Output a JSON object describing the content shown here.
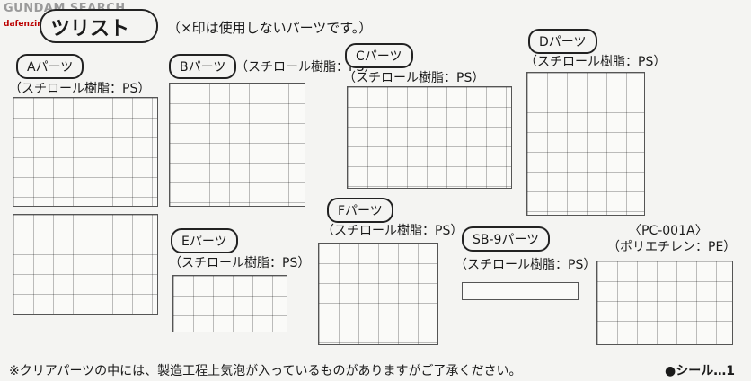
{
  "watermark": {
    "site": "GUNDAM SEARCH",
    "sub": "dafenzine.com"
  },
  "header": {
    "title": "ツリスト",
    "note": "（×印は使用しないパーツです。）"
  },
  "sections": {
    "a": {
      "label": "Aパーツ",
      "material": "（スチロール樹脂：PS）"
    },
    "b": {
      "label": "Bパーツ",
      "material": "（スチロール樹脂：PS）"
    },
    "c": {
      "label": "Cパーツ",
      "material": "（スチロール樹脂：PS）"
    },
    "d": {
      "label": "Dパーツ",
      "material": "（スチロール樹脂：PS）"
    },
    "e": {
      "label": "Eパーツ",
      "material": "（スチロール樹脂：PS）"
    },
    "f": {
      "label": "Fパーツ",
      "material": "（スチロール樹脂：PS）"
    },
    "sb9": {
      "label": "SB-9パーツ",
      "material": "（スチロール樹脂：PS）"
    },
    "pc": {
      "label": "〈PC-001A〉",
      "material": "（ポリエチレン：PE）"
    }
  },
  "footer": {
    "note": "※クリアパーツの中には、製造工程上気泡が入っているものがありますがご了承ください。",
    "seal": "●シール…1"
  }
}
